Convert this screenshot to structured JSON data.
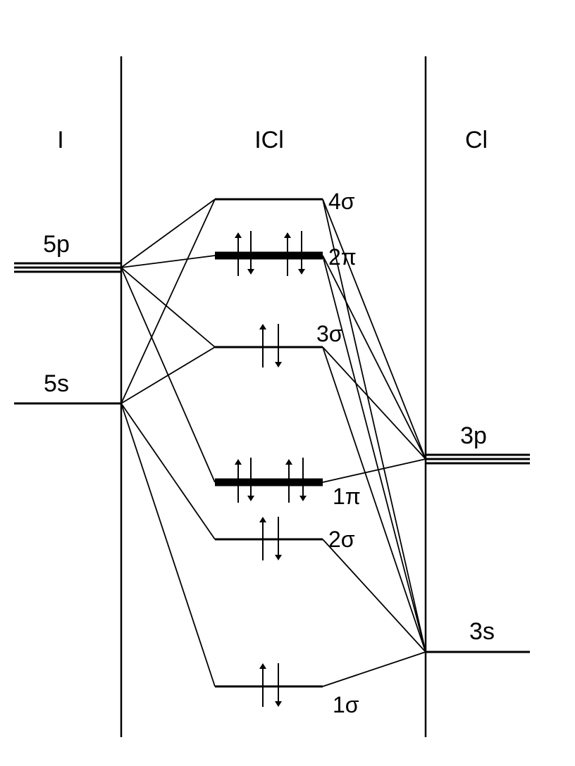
{
  "headers": {
    "left": "I",
    "center": "ICl",
    "right": "Cl"
  },
  "atomic_levels": {
    "i_5p": "5p",
    "i_5s": "5s",
    "cl_3p": "3p",
    "cl_3s": "3s"
  },
  "molecular_orbitals": {
    "mo_4sigma": "4σ",
    "mo_2pi": "2π",
    "mo_3sigma": "3σ",
    "mo_1pi": "1π",
    "mo_2sigma": "2σ",
    "mo_1sigma": "1σ"
  },
  "occupancy": {
    "mo_4sigma": 0,
    "mo_2pi": 4,
    "mo_3sigma": 2,
    "mo_1pi": 4,
    "mo_2sigma": 2,
    "mo_1sigma": 2
  },
  "colors": {
    "ink": "#000000",
    "background": "#ffffff"
  }
}
